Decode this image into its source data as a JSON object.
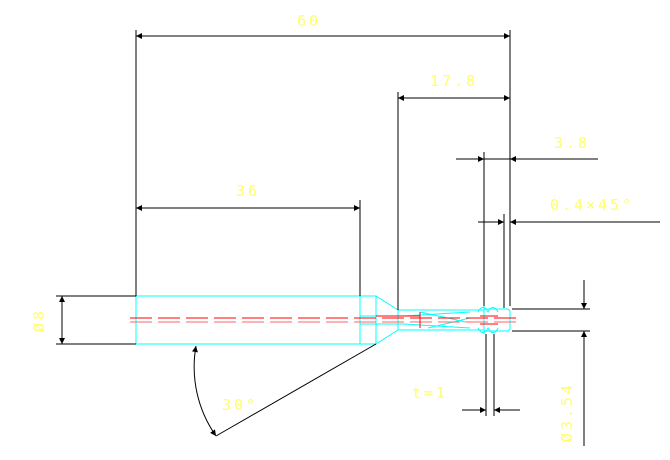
{
  "colors": {
    "background": "#ffffff",
    "dimension": "#000000",
    "text": "#ffff66",
    "outline": "#00ffff",
    "centerline": "#ff0000",
    "detail": "#ff0000"
  },
  "dimensions": {
    "overall_length": "60",
    "shank_length": "36",
    "flute_length": "17.8",
    "tip_length": "3.8",
    "chamfer": "0.4×45°",
    "shank_diameter": "Ø8",
    "tip_diameter": "Ø3.54",
    "land": "t=1",
    "angle": "30°"
  }
}
